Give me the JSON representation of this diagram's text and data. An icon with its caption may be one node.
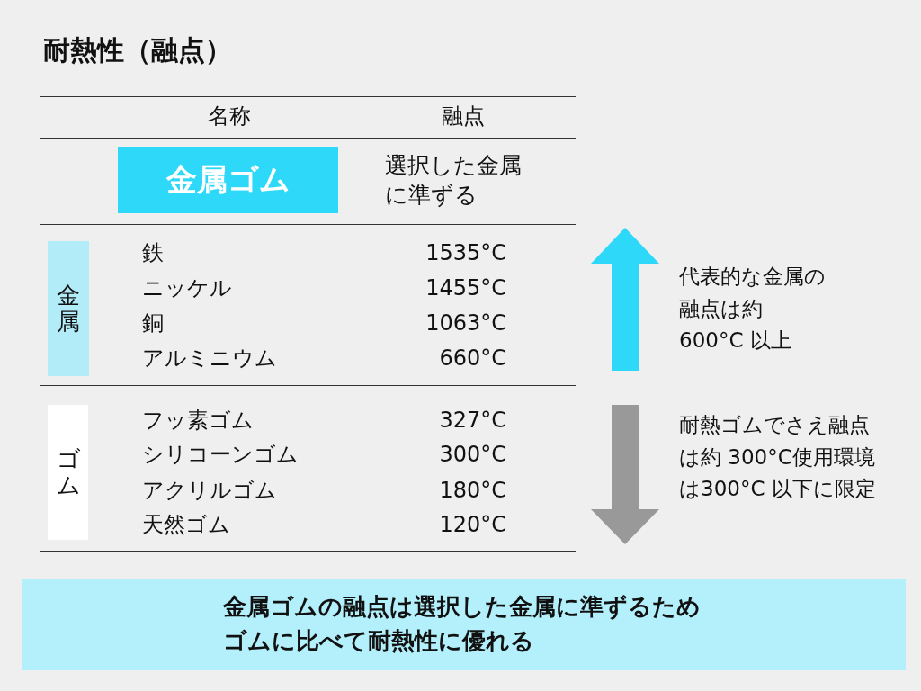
{
  "diagram": {
    "title": "耐熱性（融点）",
    "nodes": [
      {
        "text": [
          "金属ゴム"
        ]
      },
      {
        "text": [
          "金属"
        ]
      },
      {
        "text": [
          "ゴム"
        ]
      },
      {
        "text": [
          "金属ゴムの融点は選択した金属に準ずるためゴムに比べて耐熱性に優れる"
        ]
      }
    ],
    "labels": [
      "名称",
      "融点",
      "選択した金属に準ずる",
      "鉄",
      "1535°C",
      "ニッケル",
      "1455°C",
      "銅",
      "1063°C",
      "アルミニウム",
      "660°C",
      "フッ素ゴム",
      "327°C",
      "シリコーンゴム",
      "300°C",
      "アクリルゴム",
      "180°C",
      "天然ゴム",
      "120°C",
      "代表的な金属の融点は約 600°C 以上",
      "耐熱ゴムでさえ融点は約 300°C使用環境は300°C 以下に限定"
    ]
  }
}
